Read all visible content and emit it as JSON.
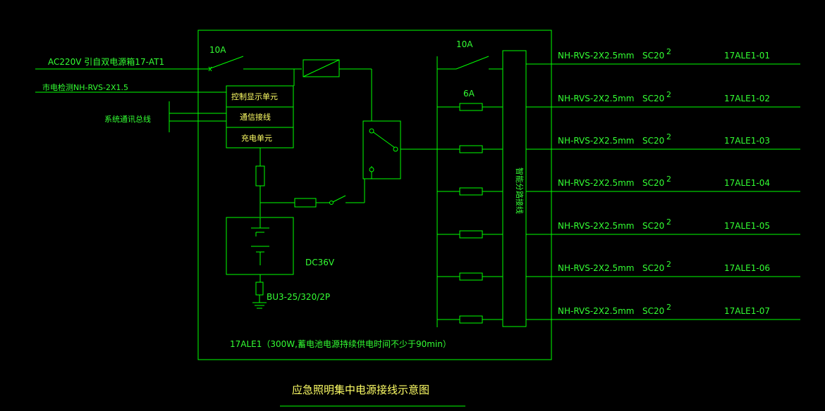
{
  "colors": {
    "background": "#000000",
    "line": "#00ff00",
    "text_green": "#33ff33",
    "text_yellow": "#ffff66"
  },
  "inputs": {
    "ac_line": "AC220V 引自双电源箱17-AT1",
    "monitor_line": "市电检测NH-RVS-2X1.5",
    "bus_line": "系统通讯总线"
  },
  "breaker_main": "10A",
  "breaker_out1": "10A",
  "branch_fuse": "6A",
  "units": {
    "control": "控制显示单元",
    "comm": "通信接线",
    "charge": "充电单元"
  },
  "battery_voltage": "DC36V",
  "spd": "BU3-25/320/2P",
  "terminal_strip": "智能分路接线",
  "box_note": "17ALE1（300W,蓄电池电源持续供电时间不少于90min）",
  "title": "应急照明集中电源接线示意图",
  "circuits": [
    {
      "cable": "NH-RVS-2X2.5mm",
      "conduit": "SC20",
      "exp": "2",
      "id": "17ALE1-01"
    },
    {
      "cable": "NH-RVS-2X2.5mm",
      "conduit": "SC20",
      "exp": "2",
      "id": "17ALE1-02"
    },
    {
      "cable": "NH-RVS-2X2.5mm",
      "conduit": "SC20",
      "exp": "2",
      "id": "17ALE1-03"
    },
    {
      "cable": "NH-RVS-2X2.5mm",
      "conduit": "SC20",
      "exp": "2",
      "id": "17ALE1-04"
    },
    {
      "cable": "NH-RVS-2X2.5mm",
      "conduit": "SC20",
      "exp": "2",
      "id": "17ALE1-05"
    },
    {
      "cable": "NH-RVS-2X2.5mm",
      "conduit": "SC20",
      "exp": "2",
      "id": "17ALE1-06"
    },
    {
      "cable": "NH-RVS-2X2.5mm",
      "conduit": "SC20",
      "exp": "2",
      "id": "17ALE1-07"
    }
  ]
}
